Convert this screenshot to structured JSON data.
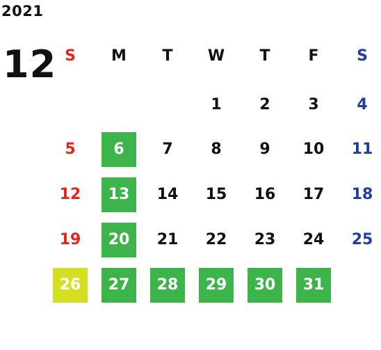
{
  "year": "2021",
  "month": "12",
  "weekdays": [
    "S",
    "M",
    "T",
    "W",
    "T",
    "F",
    "S"
  ],
  "colors": {
    "sunday": "#e5251e",
    "saturday": "#1f3e9e",
    "weekday": "#111111",
    "holiday_bg": "#3db44a",
    "highlight_bg": "#d4df21",
    "holiday_text": "#ffffff"
  },
  "weeks": [
    [
      {
        "day": ""
      },
      {
        "day": ""
      },
      {
        "day": ""
      },
      {
        "day": "1"
      },
      {
        "day": "2"
      },
      {
        "day": "3"
      },
      {
        "day": "4"
      }
    ],
    [
      {
        "day": "5"
      },
      {
        "day": "6",
        "mark": "green"
      },
      {
        "day": "7"
      },
      {
        "day": "8"
      },
      {
        "day": "9"
      },
      {
        "day": "10"
      },
      {
        "day": "11"
      }
    ],
    [
      {
        "day": "12"
      },
      {
        "day": "13",
        "mark": "green"
      },
      {
        "day": "14"
      },
      {
        "day": "15"
      },
      {
        "day": "16"
      },
      {
        "day": "17"
      },
      {
        "day": "18"
      }
    ],
    [
      {
        "day": "19"
      },
      {
        "day": "20",
        "mark": "green"
      },
      {
        "day": "21"
      },
      {
        "day": "22"
      },
      {
        "day": "23"
      },
      {
        "day": "24"
      },
      {
        "day": "25"
      }
    ],
    [
      {
        "day": "26",
        "mark": "yellow"
      },
      {
        "day": "27",
        "mark": "green"
      },
      {
        "day": "28",
        "mark": "green"
      },
      {
        "day": "29",
        "mark": "green"
      },
      {
        "day": "30",
        "mark": "green"
      },
      {
        "day": "31",
        "mark": "green"
      },
      {
        "day": ""
      }
    ]
  ]
}
